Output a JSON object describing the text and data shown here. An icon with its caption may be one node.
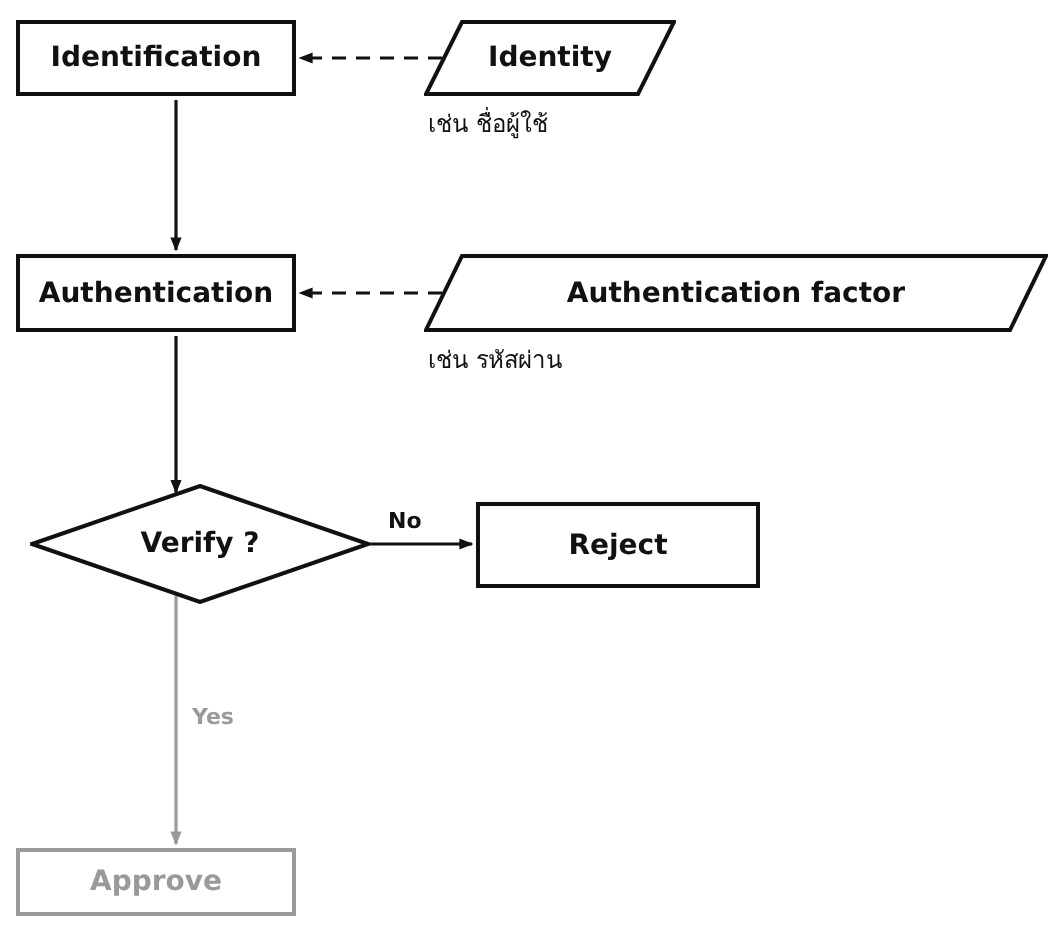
{
  "diagram": {
    "nodes": [
      {
        "text": [
          "Identification"
        ]
      },
      {
        "text": [
          "Identity"
        ],
        "beside": [
          "เช่น ชื่อผู้ใช้"
        ]
      },
      {
        "text": [
          "Authentication"
        ]
      },
      {
        "text": [
          "Authentication factor"
        ],
        "beside": [
          "เช่น รหัสผ่าน"
        ]
      },
      {
        "text": [
          "Verify ?"
        ]
      },
      {
        "text": [
          "Reject"
        ]
      },
      {
        "text": [
          "Approve"
        ]
      }
    ],
    "edges": [
      {
        "from": 1,
        "to": 0,
        "arrow": "to",
        "style": "dashed"
      },
      {
        "from": 0,
        "to": 2,
        "arrow": "to"
      },
      {
        "from": 3,
        "to": 2,
        "arrow": "to",
        "style": "dashed"
      },
      {
        "from": 2,
        "to": 4,
        "arrow": "to"
      },
      {
        "from": 4,
        "to": 5,
        "arrow": "to",
        "label": "No"
      },
      {
        "from": 4,
        "to": 6,
        "arrow": "to",
        "label": "Yes",
        "color": "#9a9a9a"
      }
    ]
  }
}
